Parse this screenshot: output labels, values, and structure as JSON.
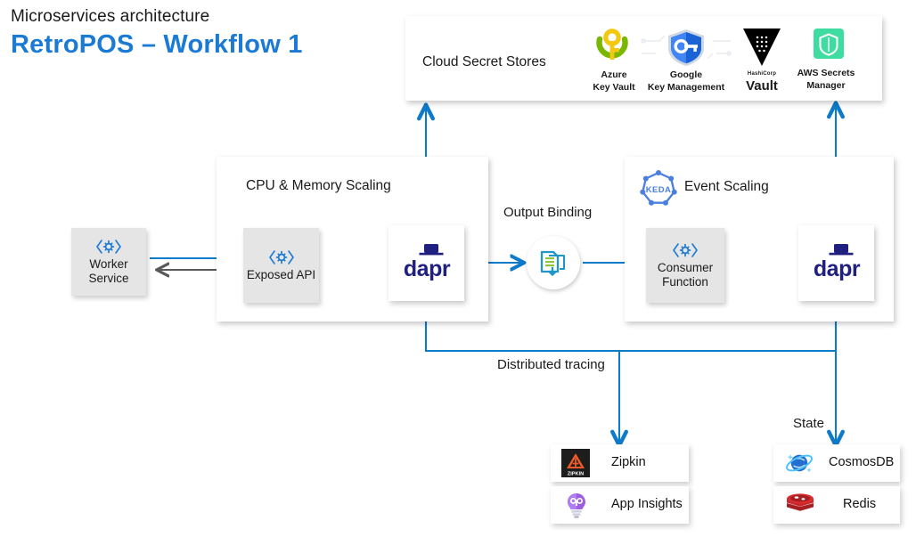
{
  "header": {
    "subtitle": "Microservices architecture",
    "title": "RetroPOS – Workflow 1",
    "title_color": "#1b7ad4"
  },
  "panels": {
    "secret_stores": {
      "title": "Cloud Secret Stores",
      "logos": [
        {
          "name": "azure-key-vault",
          "caption_line1": "Azure",
          "caption_line2": "Key Vault"
        },
        {
          "name": "google-key-management",
          "caption_line1": "Google",
          "caption_line2": "Key Management"
        },
        {
          "name": "hashicorp-vault",
          "caption_line1": "",
          "caption_line2": "Vault"
        },
        {
          "name": "aws-secrets-manager",
          "caption_line1": "AWS Secrets",
          "caption_line2": "Manager"
        }
      ]
    },
    "cpu_memory_scaling": {
      "title": "CPU & Memory Scaling"
    },
    "event_scaling": {
      "title": "Event Scaling",
      "logo": "keda-logo"
    }
  },
  "nodes": {
    "worker_service": {
      "label_line1": "Worker",
      "label_line2": "Service",
      "icon": "api-gear-icon"
    },
    "exposed_api": {
      "label_line1": "Exposed API",
      "label_line2": "",
      "icon": "api-gear-icon"
    },
    "consumer_function": {
      "label_line1": "Consumer",
      "label_line2": "Function",
      "icon": "api-gear-icon"
    },
    "dapr_left": {
      "label": "dapr"
    },
    "dapr_right": {
      "label": "dapr"
    },
    "output_binding": {
      "label": "Output Binding",
      "icon": "binding-download-icon"
    }
  },
  "edge_labels": {
    "distributed_tracing": "Distributed tracing",
    "state": "State"
  },
  "tracing_targets": [
    {
      "name": "zipkin",
      "label": "Zipkin",
      "icon": "zipkin-icon"
    },
    {
      "name": "app-insights",
      "label": "App Insights",
      "icon": "lightbulb-icon"
    }
  ],
  "state_targets": [
    {
      "name": "cosmosdb",
      "label": "CosmosDB",
      "icon": "cosmosdb-icon"
    },
    {
      "name": "redis",
      "label": "Redis",
      "icon": "redis-icon"
    }
  ],
  "colors": {
    "accent_blue": "#1b7ad4",
    "arrow_blue": "#0f7ac8",
    "arrow_grey": "#595959",
    "dapr_navy": "#202081",
    "box_grey": "#e5e5e5"
  }
}
